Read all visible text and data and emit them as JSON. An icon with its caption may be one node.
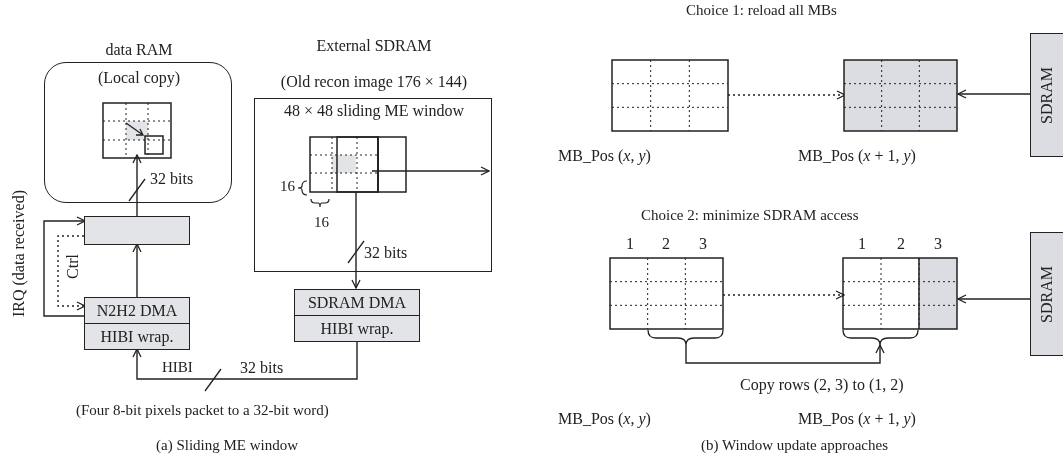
{
  "diagram": {
    "nodes": [
      {
        "text": [
          "data RAM",
          "(Local copy)"
        ]
      },
      {
        "text": [],
        "shape": "picture",
        "in": 0
      },
      {
        "text": [],
        "shape": "box"
      },
      {
        "text": [
          "N2H2 DMA",
          "HIBI wrap."
        ]
      },
      {
        "text": [
          "External SDRAM",
          "(Old recon image 176 × 144)",
          "48 × 48 sliding ME window"
        ]
      },
      {
        "text": [],
        "shape": "picture",
        "in": 4
      },
      {
        "text": [
          "SDRAM DMA",
          "HIBI wrap."
        ]
      },
      {
        "text": [],
        "shape": "picture",
        "beside": [
          "MB_Pos (*x*, *y*)"
        ]
      },
      {
        "text": [],
        "shape": "picture",
        "beside": [
          "MB_Pos (*x* + 1, *y*)"
        ]
      },
      {
        "text": [
          "SDRAM"
        ]
      },
      {
        "text": [],
        "shape": "picture",
        "beside": [
          "1",
          "2",
          "3"
        ]
      },
      {
        "text": [],
        "shape": "picture",
        "beside": [
          "1",
          "2",
          "3"
        ]
      },
      {
        "text": [
          "SDRAM"
        ]
      }
    ],
    "edges": [
      {
        "from": 2,
        "to": 1,
        "arrow": "to",
        "label": "32 bits"
      },
      {
        "from": 3,
        "to": 2,
        "arrow": "to"
      },
      {
        "from": 3,
        "to": 2,
        "arrow": "to",
        "label": "IRQ (data received)"
      },
      {
        "from": 2,
        "to": 3,
        "arrow": "to",
        "label": "Ctrl",
        "style": "dashed"
      },
      {
        "from": 5,
        "to": 6,
        "arrow": "to",
        "label": "32 bits"
      },
      {
        "from": 6,
        "to": 3,
        "arrow": "to",
        "label": "32 bits"
      },
      {
        "from": 7,
        "to": 8,
        "arrow": "to",
        "style": "dashed"
      },
      {
        "from": 9,
        "to": 8,
        "arrow": "to"
      },
      {
        "from": 10,
        "to": 11,
        "arrow": "to",
        "style": "dashed"
      },
      {
        "from": 12,
        "to": 11,
        "arrow": "to"
      },
      {
        "from": 10,
        "to": 11,
        "arrow": "to",
        "label": "Copy rows (2, 3) to (1, 2)"
      },
      {
        "from": 5,
        "to": 4,
        "arrow": "to"
      }
    ],
    "labels": [
      "16",
      "16",
      "HIBI",
      "(Four 8-bit pixels packet to a 32-bit word)",
      "(a) Sliding ME window",
      "Choice 1: reload all MBs",
      "Choice 2: minimize SDRAM access",
      "MB_Pos (*x*, *y*)",
      "MB_Pos (*x* + 1, *y*)",
      "(b) Window update approaches"
    ]
  }
}
